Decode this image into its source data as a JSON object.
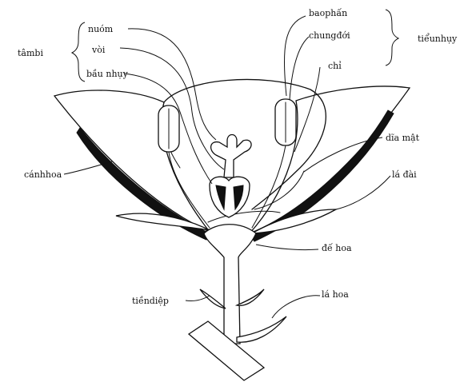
{
  "labels": {
    "nuom": "nuóm",
    "voi": "vòi",
    "bau_nhuy": "bầu nhụy",
    "tam_bi": "tâmbi",
    "bao_phan": "baophấn",
    "chung_doi": "chungđới",
    "chi": "chỉ",
    "tieu_nhuy": "tiểunhụy",
    "dia_mat": "dĩa mật",
    "la_dai": "lá đài",
    "canh_hoa": "cánhhoa",
    "de_hoa": "đế hoa",
    "tien_diep": "tiềndiệp",
    "la_hoa": "lá hoa"
  }
}
